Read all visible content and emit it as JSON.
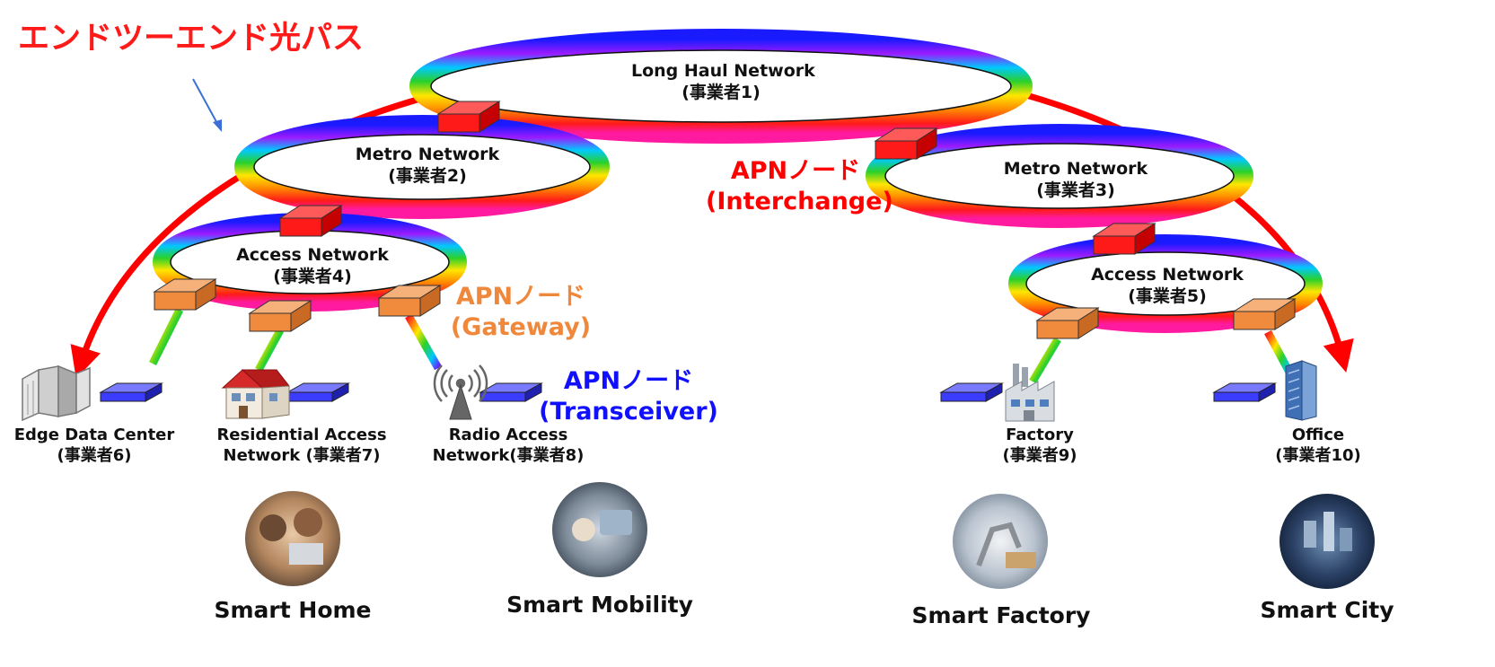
{
  "title": "エンドツーエンド光パス",
  "networks": {
    "long_haul": {
      "name": "Long Haul Network",
      "operator": "(事業者1)"
    },
    "metro_left": {
      "name": "Metro Network",
      "operator": "(事業者2)"
    },
    "metro_right": {
      "name": "Metro Network",
      "operator": "(事業者3)"
    },
    "access_left": {
      "name": "Access Network",
      "operator": "(事業者4)"
    },
    "access_right": {
      "name": "Access Network",
      "operator": "(事業者5)"
    }
  },
  "apn_nodes": {
    "interchange": {
      "line1": "APNノード",
      "line2": "(Interchange)",
      "color": "#ff0000"
    },
    "gateway": {
      "line1": "APNノード",
      "line2": "(Gateway)",
      "color": "#f0883c"
    },
    "transceiver": {
      "line1": "APNノード",
      "line2": "(Transceiver)",
      "color": "#1010ff"
    }
  },
  "sites": {
    "edge_dc": {
      "line1": "Edge Data Center",
      "line2": "(事業者6)"
    },
    "residential": {
      "line1": "Residential Access",
      "line2": "Network (事業者7)"
    },
    "radio": {
      "line1": "Radio Access",
      "line2": "Network(事業者8)"
    },
    "factory": {
      "line1": "Factory",
      "line2": "(事業者9)"
    },
    "office": {
      "line1": "Office",
      "line2": "(事業者10)"
    }
  },
  "use_cases": {
    "home": "Smart Home",
    "mobility": "Smart Mobility",
    "factory": "Smart Factory",
    "city": "Smart City"
  },
  "icons": [
    "data-center-icon",
    "house-icon",
    "radio-tower-icon",
    "factory-icon",
    "office-building-icon"
  ],
  "colors": {
    "optical_path": "#ff0000",
    "interchange_node": "#ff1a1a",
    "gateway_node": "#f0883c",
    "transceiver_node": "#3c3cff"
  }
}
